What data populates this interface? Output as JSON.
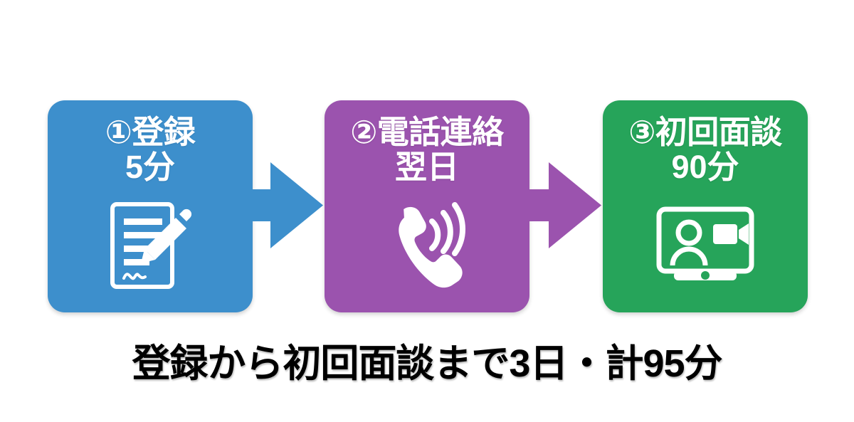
{
  "diagram": {
    "type": "process-flow",
    "orientation": "horizontal",
    "caption": "登録から初回面談まで3日・計95分",
    "steps": [
      {
        "number": "①",
        "title": "登録",
        "title_full": "①登録",
        "duration": "5分",
        "icon": "document-pencil-icon",
        "color": "#3d8fcc"
      },
      {
        "number": "②",
        "title": "電話連絡",
        "title_full": "②電話連絡",
        "duration": "翌日",
        "icon": "ringing-phone-icon",
        "color": "#9b53ae"
      },
      {
        "number": "③",
        "title": "初回面談",
        "title_full": "③初回面談",
        "duration": "90分",
        "icon": "video-call-icon",
        "color": "#26a45a"
      }
    ],
    "arrows": [
      {
        "name": "arrow-step1-to-step2",
        "color": "#3d8fcc",
        "direction": "right"
      },
      {
        "name": "arrow-step2-to-step3",
        "color": "#9b53ae",
        "direction": "right"
      }
    ],
    "colors": {
      "step1": "#3d8fcc",
      "step2": "#9b53ae",
      "step3": "#26a45a",
      "background": "#ffffff",
      "text_on_box": "#ffffff",
      "caption_text": "#000000"
    }
  }
}
